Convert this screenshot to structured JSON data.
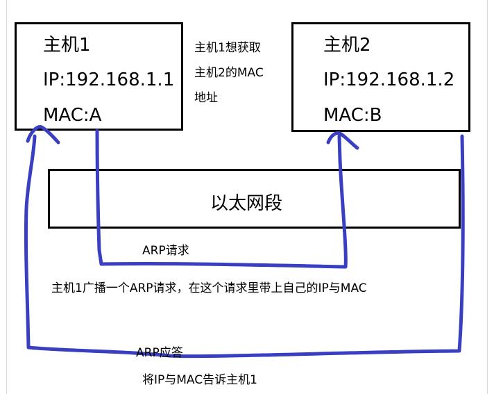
{
  "host1": {
    "title": "主机1",
    "ip": "IP:192.168.1.1",
    "mac": "MAC:A"
  },
  "host2": {
    "title": "主机2",
    "ip": "IP:192.168.1.2",
    "mac": "MAC:B"
  },
  "note_lines": [
    "主机1想获取",
    "主机2的MAC",
    "地址"
  ],
  "segment": "以太网段",
  "arp_request_label": "ARP请求",
  "broadcast_desc": "主机1广播一个ARP请求，在这个请求里带上自己的IP与MAC",
  "arp_reply_label": "ARP应答",
  "reply_desc": "将IP与MAC告诉主机1",
  "colors": {
    "line": "#3a3fc2",
    "border": "#000000"
  }
}
